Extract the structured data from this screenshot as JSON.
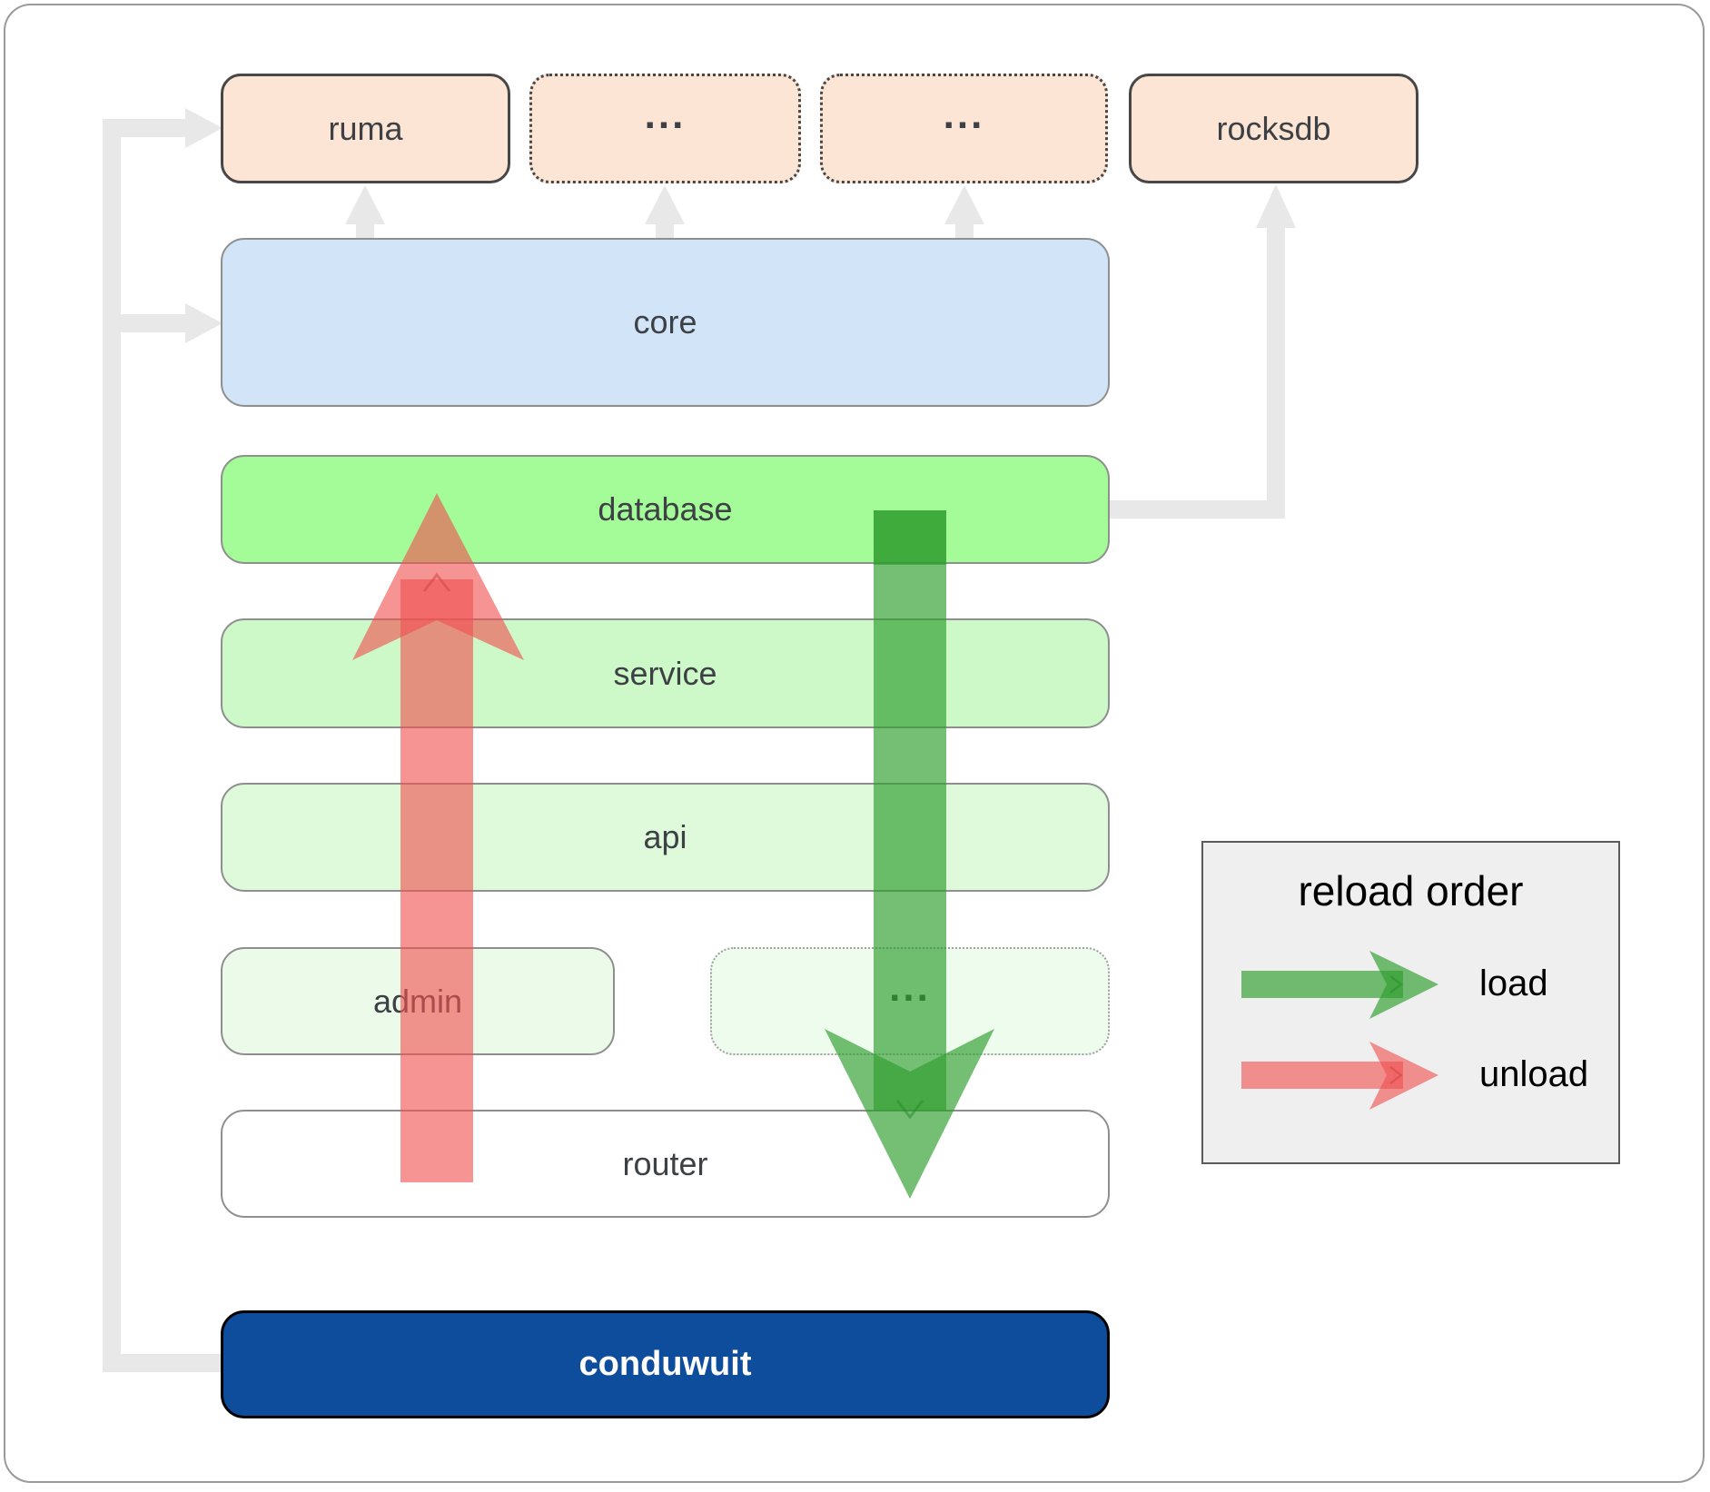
{
  "boxes": {
    "ruma": "ruma",
    "ellipsis_top_1": "...",
    "ellipsis_top_2": "...",
    "rocksdb": "rocksdb",
    "core": "core",
    "database": "database",
    "service": "service",
    "api": "api",
    "admin": "admin",
    "ellipsis_mid": "...",
    "router": "router",
    "conduwuit": "conduwuit"
  },
  "legend": {
    "title": "reload order",
    "load_label": "load",
    "unload_label": "unload"
  },
  "colors": {
    "load_arrow_green": "#2e9e2e",
    "unload_arrow_red": "#f05050",
    "connector_gray": "#e8e8e8",
    "top_row_fill": "#fce5d4",
    "core_fill": "#d2e4f7",
    "database_fill": "#a3fc97",
    "service_fill": "#cdf9c9",
    "api_fill": "#defada",
    "admin_fill": "#ecfbe9",
    "ellipsis_mid_fill": "#eefcee",
    "router_fill": "#ffffff",
    "conduwuit_fill": "#0e4c9c",
    "legend_fill": "#efefef"
  }
}
